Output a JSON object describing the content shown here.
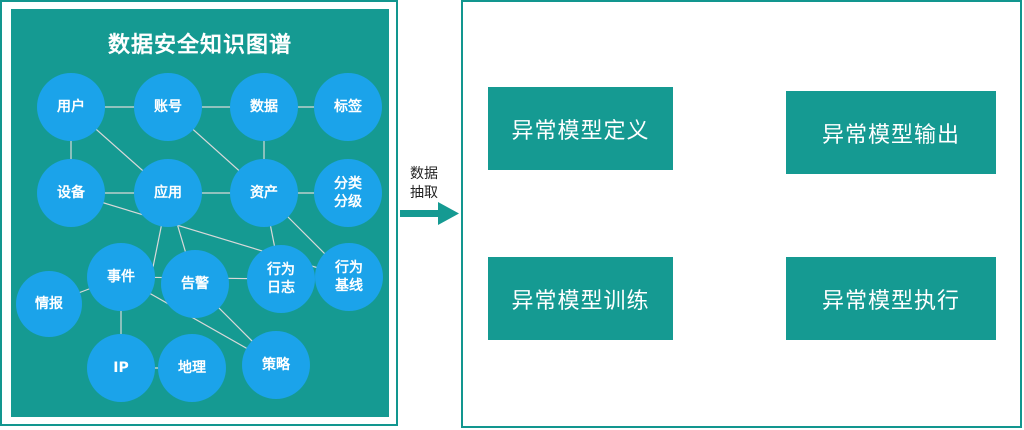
{
  "knowledge_graph": {
    "title": "数据安全知识图谱",
    "nodes": {
      "user": "用户",
      "account": "账号",
      "data": "数据",
      "tag": "标签",
      "device": "设备",
      "application": "应用",
      "asset": "资产",
      "classification": "分类\n分级",
      "intel": "情报",
      "event": "事件",
      "alert": "告警",
      "behavior_log": "行为\n日志",
      "behavior_baseline": "行为\n基线",
      "ip": "IP",
      "geo": "地理",
      "policy": "策略"
    }
  },
  "transfer": {
    "label": "数据\n抽取"
  },
  "flow": {
    "define": "异常模型定义",
    "train": "异常模型训练",
    "execute": "异常模型执行",
    "output": "异常模型输出"
  },
  "colors": {
    "teal": "#159a92",
    "node_blue": "#1ba3ea",
    "line": "#d9d9d9"
  }
}
